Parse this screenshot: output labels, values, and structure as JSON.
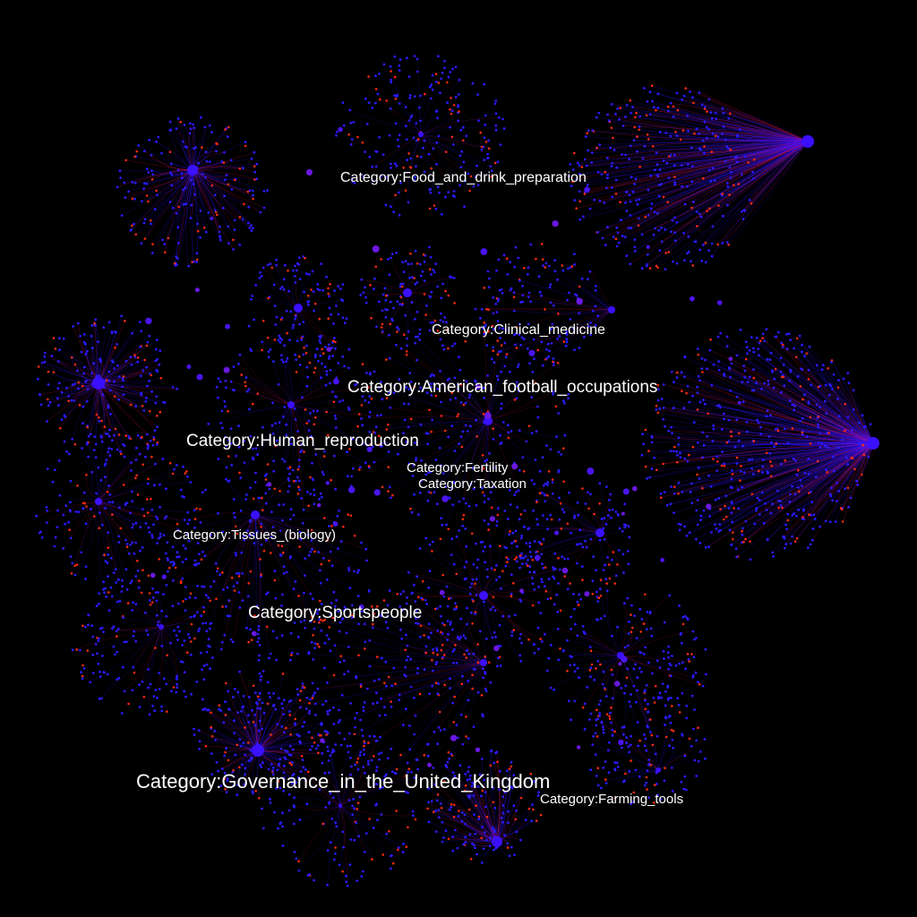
{
  "labels": [
    {
      "id": "food",
      "text": "Category:Food_and_drink_preparation"
    },
    {
      "id": "clinical",
      "text": "Category:Clinical_medicine"
    },
    {
      "id": "football",
      "text": "Category:American_football_occupations"
    },
    {
      "id": "reproduction",
      "text": "Category:Human_reproduction"
    },
    {
      "id": "fertility",
      "text": "Category:Fertility"
    },
    {
      "id": "taxation",
      "text": "Category:Taxation"
    },
    {
      "id": "tissues",
      "text": "Category:Tissues_(biology)"
    },
    {
      "id": "sportspeople",
      "text": "Category:Sportspeople"
    },
    {
      "id": "governance",
      "text": "Category:Governance_in_the_United_Kingdom"
    },
    {
      "id": "farming",
      "text": "Category:Farming_tools"
    }
  ],
  "colors": {
    "background": "#000000",
    "node_primary": "#2a1bff",
    "node_secondary": "#ff2a10",
    "hub": "#3a10ff",
    "edge_blue": "#2a10ff",
    "edge_red": "#ff1040",
    "label": "#ffffff"
  }
}
